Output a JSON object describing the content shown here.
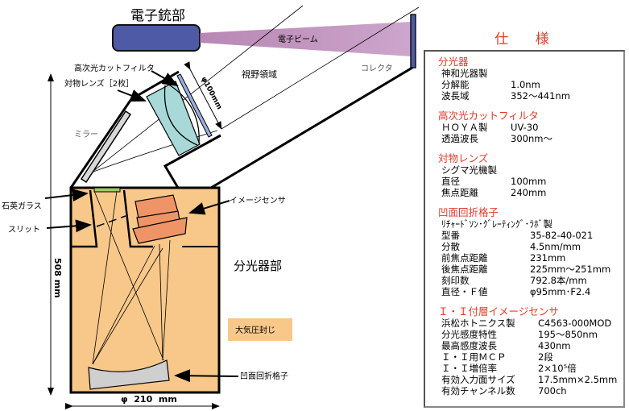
{
  "diagram": {
    "gun_label": "電子銃部",
    "beam_label": "電子ビーム",
    "collector_label": "コレクタ",
    "field_label": "視野領域",
    "filter_label": "高次光カットフィルタ",
    "lens_label": "対物レンズ［2枚］",
    "lens_dim": "φ100mm",
    "mirror_label": "ミラー",
    "quartz_label": "石英ガラス",
    "slit_label": "スリット",
    "sensor_label": "イメージセンサ",
    "spectrometer_label": "分光器部",
    "seal_label": "大気圧封じ",
    "grating_label": "凹面回折格子",
    "height_dim": "508 mm",
    "width_dim": "φ  210  mm",
    "colors": {
      "gun": "#4f5aa6",
      "beam": "#a0609a",
      "housing": "#f8c88a",
      "lens": "#a8d8d8",
      "sensor": "#ee9466",
      "grating": "#cfcfcf",
      "glass": "#9ccc6a"
    }
  },
  "spec": {
    "title": "仕 様",
    "groups": [
      {
        "header": "分光器",
        "rows": [
          [
            "神和光器製",
            ""
          ],
          [
            "分解能",
            "1.0nm"
          ],
          [
            "波長域",
            "352～441nm"
          ]
        ]
      },
      {
        "header": "高次光カットフィルタ",
        "rows": [
          [
            "ＨＯＹＡ製",
            "UV-30"
          ],
          [
            "透過波長",
            "300nm～"
          ]
        ]
      },
      {
        "header": "対物レンズ",
        "rows": [
          [
            "シグマ光機製",
            ""
          ],
          [
            "直径",
            "100mm"
          ],
          [
            "焦点距離",
            "240mm"
          ]
        ]
      },
      {
        "header": "凹面回折格子",
        "rows": [
          [
            "ﾘﾁｬｰﾄﾞｿﾝ･ｸﾞﾚｰﾃｨﾝｸﾞ･ﾗﾎﾞ製",
            ""
          ],
          [
            "型番",
            "35-82-40-021"
          ],
          [
            "分散",
            "4.5nm/mm"
          ],
          [
            "前焦点距離",
            "231mm"
          ],
          [
            "後焦点距離",
            "225mm～251mm"
          ],
          [
            "刻印数",
            "792.8本/mm"
          ],
          [
            "直径・Ｆ値",
            "φ95mm･F2.4"
          ]
        ]
      },
      {
        "header": "Ｉ・Ｉ付層イメージセンサ",
        "rows": [
          [
            "浜松ホトニクス製",
            "C4563-000MOD"
          ],
          [
            "分光感度特性",
            "195～850nm"
          ],
          [
            "最高感度波長",
            "430nm"
          ],
          [
            "Ｉ・Ｉ用ＭＣＰ",
            "2段"
          ],
          [
            "Ｉ・Ｉ増倍率",
            "2×10⁵倍"
          ],
          [
            "有効入力面サイズ",
            "17.5mm×2.5mm"
          ],
          [
            "有効チャンネル数",
            "700ch"
          ]
        ]
      }
    ]
  }
}
